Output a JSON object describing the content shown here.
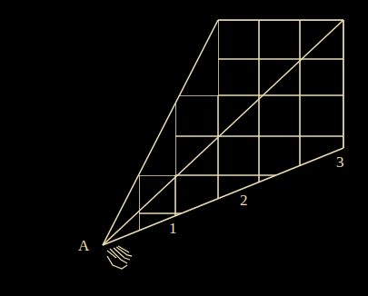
{
  "diagram": {
    "labels": [
      "A",
      "1",
      "2",
      "3"
    ]
  }
}
